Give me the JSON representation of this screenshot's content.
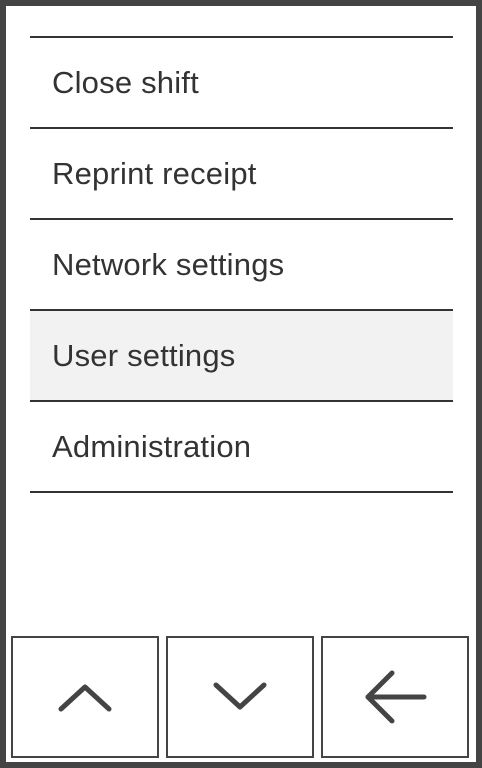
{
  "menu": {
    "items": [
      {
        "label": "Close shift"
      },
      {
        "label": "Reprint receipt"
      },
      {
        "label": "Network settings"
      },
      {
        "label": "User settings",
        "selected": true
      },
      {
        "label": "Administration"
      }
    ]
  },
  "nav": {
    "up_icon": "chevron-up-icon",
    "down_icon": "chevron-down-icon",
    "back_icon": "arrow-left-icon"
  },
  "colors": {
    "frame": "#444444",
    "text": "#333333",
    "selected_background": "#f2f2f2"
  }
}
